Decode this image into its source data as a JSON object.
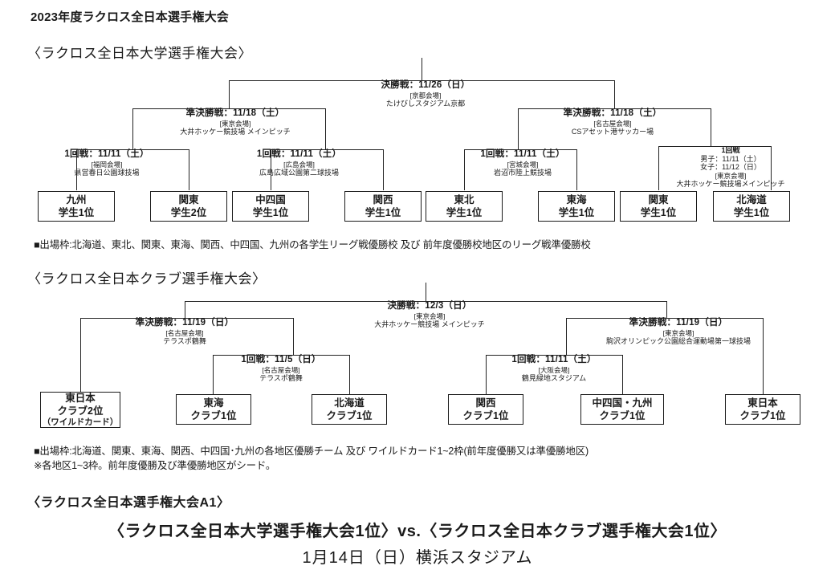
{
  "document": {
    "title": "2023年度ラクロス全日本選手権大会"
  },
  "colors": {
    "line": "#222222",
    "box_border": "#1a1a1a",
    "text": "#1a1a1a",
    "background": "#ffffff"
  },
  "university": {
    "section_title": "〈ラクロス全日本大学選手権大会〉",
    "final": {
      "title": "決勝戦：11/26（日）",
      "venue": "[京都会場]",
      "place": "たけびしスタジアム京都"
    },
    "semifinals": [
      {
        "title": "準決勝戦：11/18（土）",
        "venue": "[東京会場]",
        "place": "大井ホッケー競技場 メインピッチ"
      },
      {
        "title": "準決勝戦：11/18（土）",
        "venue": "[名古屋会場]",
        "place": "CSアセット港サッカー場"
      }
    ],
    "first_rounds": [
      {
        "title": "1回戦：11/11（土）",
        "venue": "[福岡会場]",
        "place": "県営春日公園球技場"
      },
      {
        "title": "1回戦：11/11（土）",
        "venue": "[広島会場]",
        "place": "広島広域公園第二球技場"
      },
      {
        "title": "1回戦：11/11（土）",
        "venue": "[宮城会場]",
        "place": "岩沼市陸上競技場"
      },
      {
        "title": "1回戦",
        "men": "男子：11/11（土）",
        "women": "女子：11/12（日）",
        "venue": "[東京会場]",
        "place": "大井ホッケー競技場メインピッチ"
      }
    ],
    "teams": [
      {
        "line1": "九州",
        "line2": "学生1位"
      },
      {
        "line1": "関東",
        "line2": "学生2位"
      },
      {
        "line1": "中四国",
        "line2": "学生1位"
      },
      {
        "line1": "関西",
        "line2": "学生1位"
      },
      {
        "line1": "東北",
        "line2": "学生1位"
      },
      {
        "line1": "東海",
        "line2": "学生1位"
      },
      {
        "line1": "関東",
        "line2": "学生1位"
      },
      {
        "line1": "北海道",
        "line2": "学生1位"
      }
    ],
    "note": "■出場枠:北海道、東北、関東、東海、関西、中四国、九州の各学生リーグ戦優勝校 及び 前年度優勝校地区のリーグ戦準優勝校"
  },
  "club": {
    "section_title": "〈ラクロス全日本クラブ選手権大会〉",
    "final": {
      "title": "決勝戦：12/3（日）",
      "venue": "[東京会場]",
      "place": "大井ホッケー競技場 メインピッチ"
    },
    "semifinals": [
      {
        "title": "準決勝戦：11/19（日）",
        "venue": "[名古屋会場]",
        "place": "テラスポ鶴舞"
      },
      {
        "title": "準決勝戦：11/19（日）",
        "venue": "[東京会場]",
        "place": "駒沢オリンピック公園総合運動場第一球技場"
      }
    ],
    "first_rounds": [
      {
        "title": "1回戦：11/5（日）",
        "venue": "[名古屋会場]",
        "place": "テラスポ鶴舞"
      },
      {
        "title": "1回戦：11/11（土）",
        "venue": "[大阪会場]",
        "place": "鶴見緑地スタジアム"
      }
    ],
    "teams": [
      {
        "line1": "東日本",
        "line2": "クラブ2位",
        "line3": "（ワイルドカード）"
      },
      {
        "line1": "東海",
        "line2": "クラブ1位"
      },
      {
        "line1": "北海道",
        "line2": "クラブ1位"
      },
      {
        "line1": "関西",
        "line2": "クラブ1位"
      },
      {
        "line1": "中四国・九州",
        "line2": "クラブ1位"
      },
      {
        "line1": "東日本",
        "line2": "クラブ1位"
      }
    ],
    "note_line1": "■出場枠:北海道、関東、東海、関西、中四国･九州の各地区優勝チーム 及び ワイルドカード1~2枠(前年度優勝又は準優勝地区)",
    "note_line2": "※各地区1~3枠。前年度優勝及び準優勝地区がシード。"
  },
  "championship": {
    "section_title": "〈ラクロス全日本選手権大会A1〉",
    "matchup": "〈ラクロス全日本大学選手権大会1位〉vs.〈ラクロス全日本クラブ選手権大会1位〉",
    "datetime_venue": "1月14日（日）横浜スタジアム"
  }
}
